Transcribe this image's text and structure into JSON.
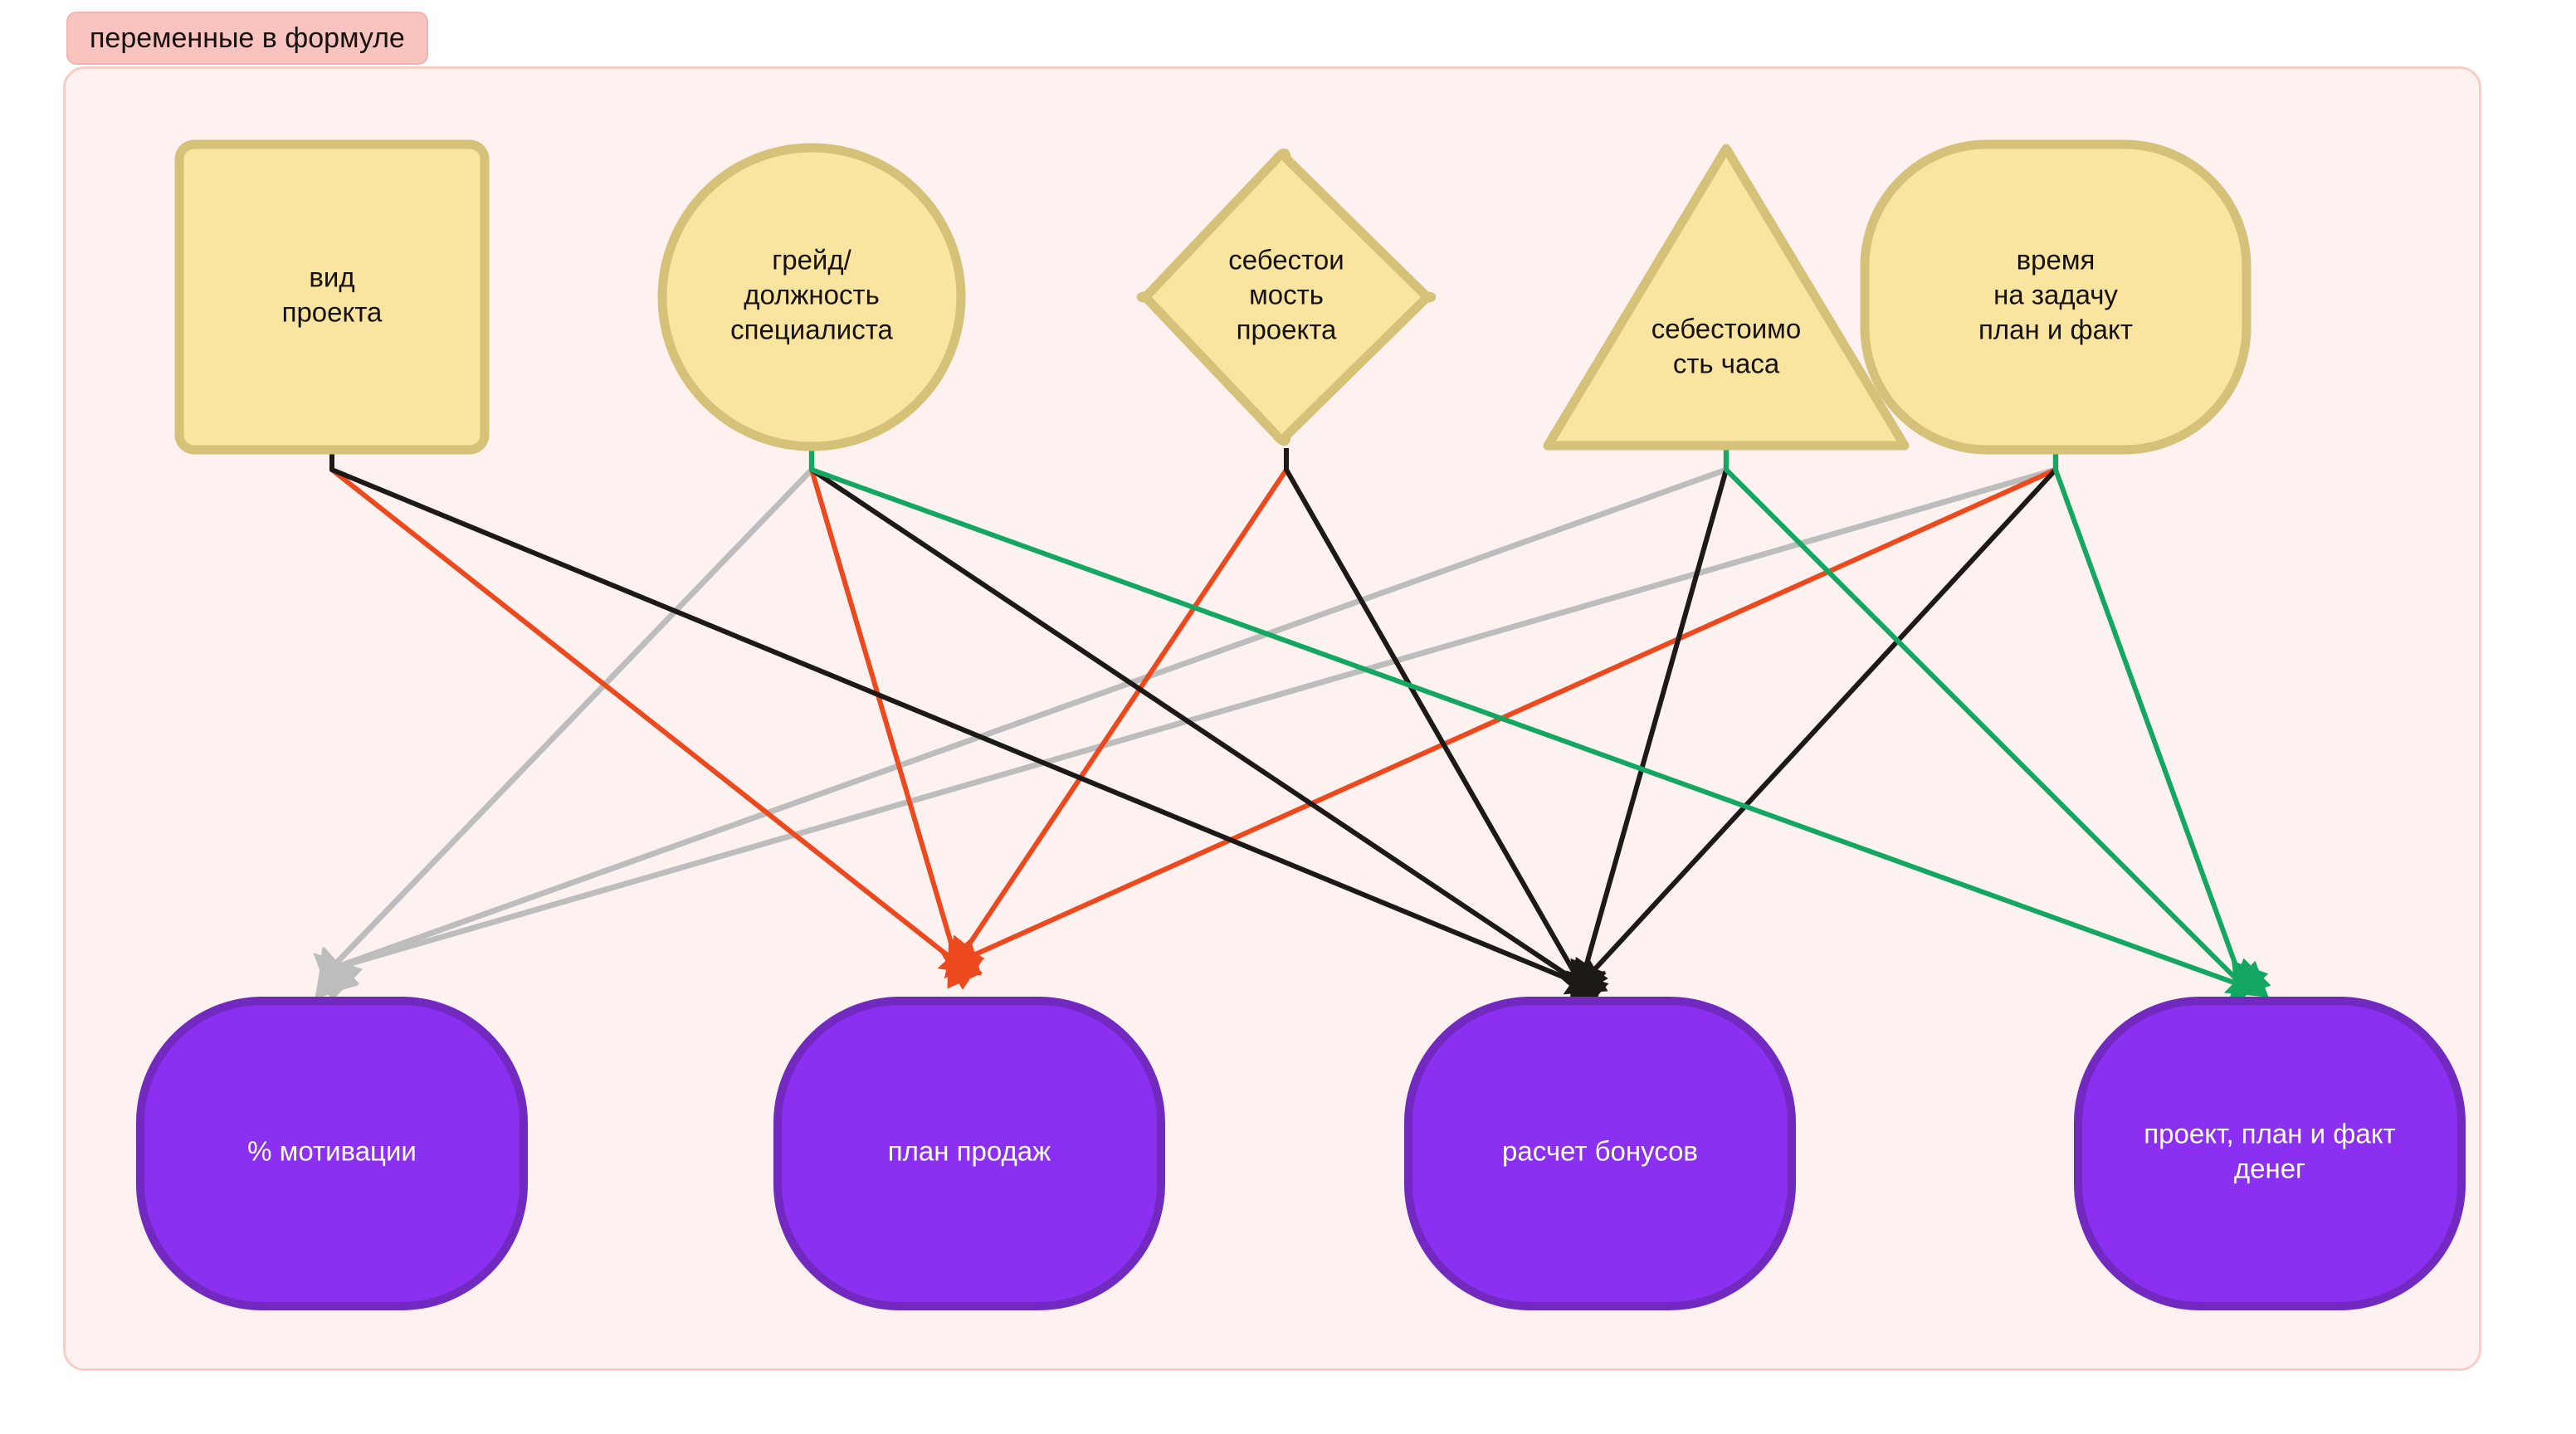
{
  "group": {
    "title": "переменные в формуле",
    "title_bg": "#f9c3c0",
    "container_bg": "#fdf2f0",
    "container_border": "#f6cdc8"
  },
  "palette": {
    "source_fill": "#fae5a0",
    "source_stroke": "#d6c179",
    "target_fill": "#8b2ff0",
    "target_stroke": "#7129c0",
    "edge_black": "#1c1917",
    "edge_red": "#ec4a1e",
    "edge_green": "#13a762",
    "edge_gray": "#bdbdbd"
  },
  "source_nodes": [
    {
      "id": "vid-proekta",
      "shape": "rounded-rect",
      "lines": [
        "вид",
        "проекта"
      ]
    },
    {
      "id": "greid",
      "shape": "circle",
      "lines": [
        "грейд/",
        "должность",
        "специалиста"
      ]
    },
    {
      "id": "sebestoim-proekta",
      "shape": "diamond",
      "lines": [
        "себестои",
        "мость",
        "проекта"
      ]
    },
    {
      "id": "sebestoim-chasa",
      "shape": "triangle",
      "lines": [
        "себестоимо",
        "сть часа"
      ]
    },
    {
      "id": "vremya-na-zadachu",
      "shape": "squircle",
      "lines": [
        "время",
        "на задачу",
        "план и факт"
      ]
    }
  ],
  "target_nodes": [
    {
      "id": "motivacii",
      "shape": "squircle",
      "lines": [
        "% мотивации"
      ]
    },
    {
      "id": "plan-prodazh",
      "shape": "squircle",
      "lines": [
        "план продаж"
      ]
    },
    {
      "id": "raschet-bonusov",
      "shape": "squircle",
      "lines": [
        "расчет бонусов"
      ]
    },
    {
      "id": "proekt-dengi",
      "shape": "squircle",
      "lines": [
        "проект, план и факт",
        "денег"
      ]
    }
  ],
  "edges": [
    {
      "from": "greid",
      "to": "motivacii",
      "color": "gray"
    },
    {
      "from": "sebestoim-chasa",
      "to": "motivacii",
      "color": "gray"
    },
    {
      "from": "vremya-na-zadachu",
      "to": "motivacii",
      "color": "gray"
    },
    {
      "from": "vid-proekta",
      "to": "plan-prodazh",
      "color": "red"
    },
    {
      "from": "greid",
      "to": "plan-prodazh",
      "color": "red"
    },
    {
      "from": "sebestoim-proekta",
      "to": "plan-prodazh",
      "color": "red"
    },
    {
      "from": "vremya-na-zadachu",
      "to": "plan-prodazh",
      "color": "red"
    },
    {
      "from": "vid-proekta",
      "to": "raschet-bonusov",
      "color": "black"
    },
    {
      "from": "greid",
      "to": "raschet-bonusov",
      "color": "black"
    },
    {
      "from": "sebestoim-proekta",
      "to": "raschet-bonusov",
      "color": "black"
    },
    {
      "from": "sebestoim-chasa",
      "to": "raschet-bonusov",
      "color": "black"
    },
    {
      "from": "vremya-na-zadachu",
      "to": "raschet-bonusov",
      "color": "black"
    },
    {
      "from": "greid",
      "to": "proekt-dengi",
      "color": "green"
    },
    {
      "from": "sebestoim-chasa",
      "to": "proekt-dengi",
      "color": "green"
    },
    {
      "from": "vremya-na-zadachu",
      "to": "proekt-dengi",
      "color": "green"
    }
  ]
}
